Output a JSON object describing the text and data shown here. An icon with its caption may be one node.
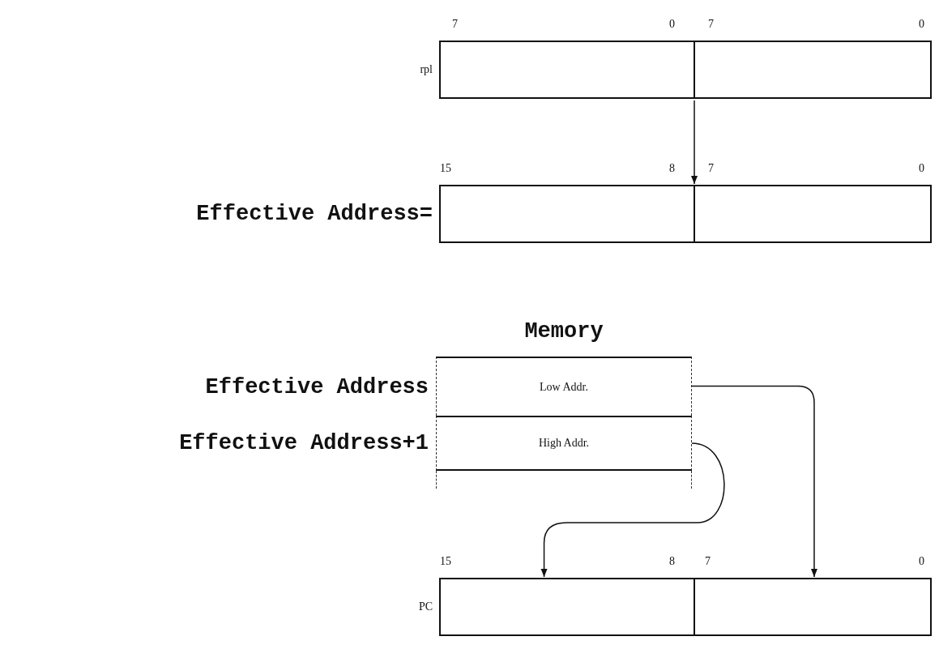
{
  "diagram": {
    "nodes": [
      {
        "text": [
          "rpl"
        ]
      },
      {
        "text": [],
        "shape": "box",
        "in": 0
      },
      {
        "text": [],
        "shape": "box",
        "in": 0
      },
      {
        "text": [
          "Effective Address="
        ]
      },
      {
        "text": [],
        "shape": "box",
        "in": 3
      },
      {
        "text": [],
        "shape": "box",
        "in": 3
      },
      {
        "text": [
          "Memory"
        ]
      },
      {
        "text": [
          "Low Addr."
        ],
        "beside": [
          "Effective Address"
        ],
        "in": 6
      },
      {
        "text": [
          "High Addr."
        ],
        "beside": [
          "Effective Address+1"
        ],
        "in": 6
      },
      {
        "text": [
          "PC"
        ]
      },
      {
        "text": [],
        "shape": "box",
        "in": 9
      },
      {
        "text": [],
        "shape": "box",
        "in": 9
      }
    ],
    "edges": [
      {
        "from": 0,
        "to": 3,
        "arrow": "to"
      },
      {
        "from": 7,
        "to": 11,
        "arrow": "to"
      },
      {
        "from": 8,
        "to": 10,
        "arrow": "to"
      }
    ],
    "labels": [
      "7",
      "0",
      "7",
      "0",
      "15",
      "8",
      "7",
      "0",
      "15",
      "8",
      "7",
      "0"
    ]
  }
}
